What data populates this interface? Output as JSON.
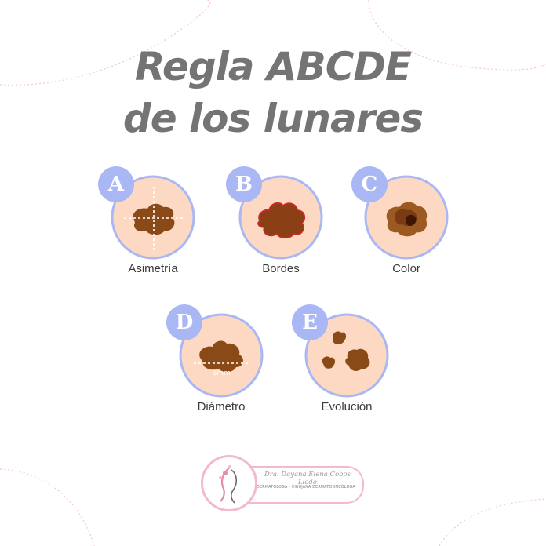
{
  "title": {
    "line1": "Regla ABCDE",
    "line2": "de los lunares"
  },
  "colors": {
    "badge": "#a9b8f4",
    "circle_fill": "#fdd9c3",
    "circle_stroke": "#a9b8f4",
    "mole": "#8a4a17",
    "logo_pink": "#f2b9cf"
  },
  "items": [
    {
      "letter": "A",
      "label": "Asimetría",
      "icon": "asymmetry-mole-icon"
    },
    {
      "letter": "B",
      "label": "Bordes",
      "icon": "irregular-border-mole-icon"
    },
    {
      "letter": "C",
      "label": "Color",
      "icon": "color-variation-mole-icon"
    },
    {
      "letter": "D",
      "label": "Diámetro",
      "icon": "diameter-mole-icon",
      "measure": "6mm"
    },
    {
      "letter": "E",
      "label": "Evolución",
      "icon": "evolving-moles-icon"
    }
  ],
  "logo": {
    "name": "Dra. Dayana Elena Cobos Lledo",
    "subtitle": "DERMATÓLOGA - CIRUJANA DERMATOONCÓLOGA",
    "icon": "woman-profile-logo-icon"
  }
}
